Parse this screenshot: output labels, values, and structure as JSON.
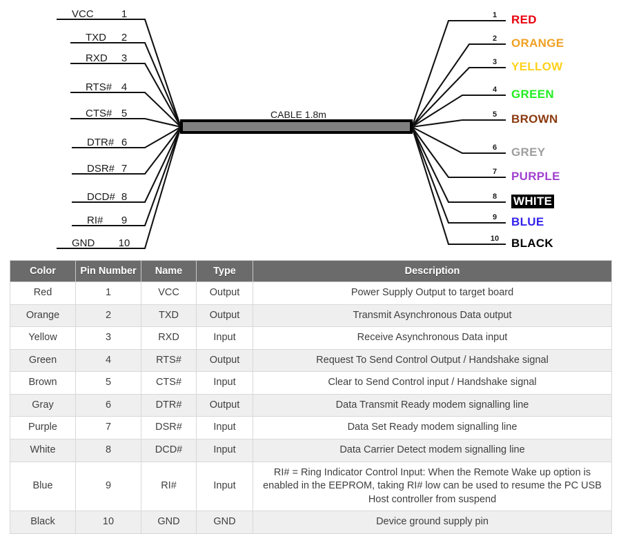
{
  "diagram": {
    "cable_label": "CABLE 1.8m",
    "cable_color": "#808080",
    "left_pins": [
      {
        "name": "VCC",
        "number": "1"
      },
      {
        "name": "TXD",
        "number": "2"
      },
      {
        "name": "RXD",
        "number": "3"
      },
      {
        "name": "RTS#",
        "number": "4"
      },
      {
        "name": "CTS#",
        "number": "5"
      },
      {
        "name": "DTR#",
        "number": "6"
      },
      {
        "name": "DSR#",
        "number": "7"
      },
      {
        "name": "DCD#",
        "number": "8"
      },
      {
        "name": "RI#",
        "number": "9"
      },
      {
        "name": "GND",
        "number": "10"
      }
    ],
    "right_pins": [
      {
        "number": "1",
        "color_name": "RED",
        "color": "#E8000D",
        "boxed": false
      },
      {
        "number": "2",
        "color_name": "ORANGE",
        "color": "#F0A022",
        "boxed": false
      },
      {
        "number": "3",
        "color_name": "YELLOW",
        "color": "#FFD11A",
        "boxed": false
      },
      {
        "number": "4",
        "color_name": "GREEN",
        "color": "#22EE22",
        "boxed": false
      },
      {
        "number": "5",
        "color_name": "BROWN",
        "color": "#8B3A10",
        "boxed": false
      },
      {
        "number": "6",
        "color_name": "GREY",
        "color": "#9E9E9E",
        "boxed": false
      },
      {
        "number": "7",
        "color_name": "PURPLE",
        "color": "#A040D0",
        "boxed": false
      },
      {
        "number": "8",
        "color_name": "WHITE",
        "color": "#FFFFFF",
        "boxed": true
      },
      {
        "number": "9",
        "color_name": "BLUE",
        "color": "#3322EE",
        "boxed": false
      },
      {
        "number": "10",
        "color_name": "BLACK",
        "color": "#000000",
        "boxed": false
      }
    ]
  },
  "table": {
    "headers": [
      "Color",
      "Pin Number",
      "Name",
      "Type",
      "Description"
    ],
    "rows": [
      [
        "Red",
        "1",
        "VCC",
        "Output",
        "Power Supply Output to target board"
      ],
      [
        "Orange",
        "2",
        "TXD",
        "Output",
        "Transmit Asynchronous Data output"
      ],
      [
        "Yellow",
        "3",
        "RXD",
        "Input",
        "Receive Asynchronous Data input"
      ],
      [
        "Green",
        "4",
        "RTS#",
        "Output",
        "Request To Send Control Output / Handshake signal"
      ],
      [
        "Brown",
        "5",
        "CTS#",
        "Input",
        "Clear to Send Control input / Handshake signal"
      ],
      [
        "Gray",
        "6",
        "DTR#",
        "Output",
        "Data Transmit Ready modem signalling line"
      ],
      [
        "Purple",
        "7",
        "DSR#",
        "Input",
        "Data Set Ready modem signalling line"
      ],
      [
        "White",
        "8",
        "DCD#",
        "Input",
        "Data Carrier Detect modem signalling line"
      ],
      [
        "Blue",
        "9",
        "RI#",
        "Input",
        "RI# = Ring Indicator Control Input: When the Remote Wake up option is enabled in the EEPROM, taking RI# low can be used to resume the PC USB Host controller from suspend"
      ],
      [
        "Black",
        "10",
        "GND",
        "GND",
        "Device ground supply pin"
      ]
    ]
  }
}
